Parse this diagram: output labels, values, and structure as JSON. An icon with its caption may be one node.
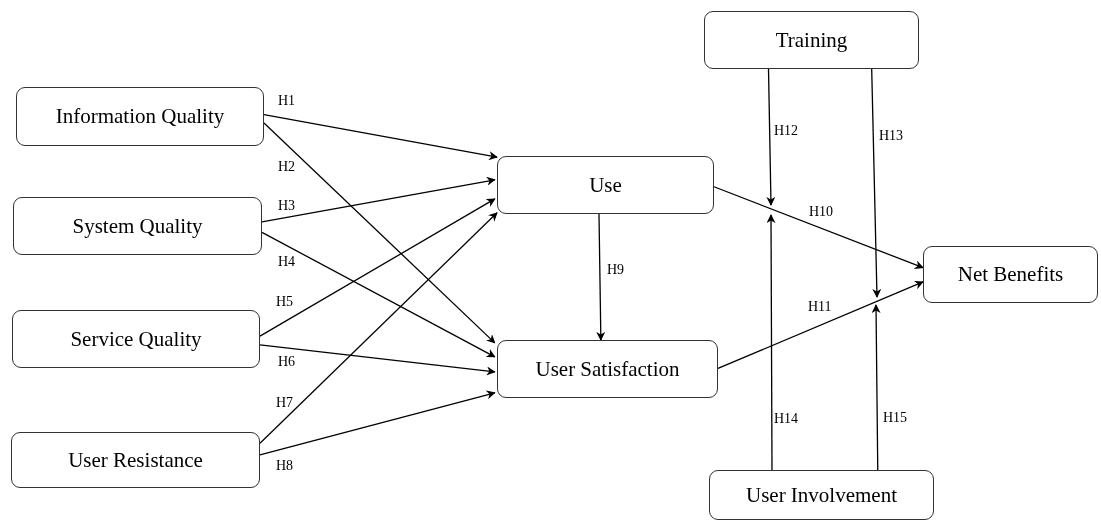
{
  "diagram": {
    "nodes": [
      {
        "text": [
          "Information Quality"
        ]
      },
      {
        "text": [
          "System Quality"
        ]
      },
      {
        "text": [
          "Service Quality"
        ]
      },
      {
        "text": [
          "User Resistance"
        ]
      },
      {
        "text": [
          "Use"
        ]
      },
      {
        "text": [
          "User Satisfaction"
        ]
      },
      {
        "text": [
          "Training"
        ]
      },
      {
        "text": [
          "Net Benefits"
        ]
      },
      {
        "text": [
          "User Involvement"
        ]
      }
    ],
    "edges": [
      {
        "from": 0,
        "to": 4,
        "arrow": "to",
        "label": "H1"
      },
      {
        "from": 0,
        "to": 5,
        "arrow": "to",
        "label": "H2"
      },
      {
        "from": 1,
        "to": 4,
        "arrow": "to",
        "label": "H3"
      },
      {
        "from": 1,
        "to": 5,
        "arrow": "to",
        "label": "H4"
      },
      {
        "from": 2,
        "to": 4,
        "arrow": "to",
        "label": "H5"
      },
      {
        "from": 2,
        "to": 5,
        "arrow": "to",
        "label": "H6"
      },
      {
        "from": 3,
        "to": 4,
        "arrow": "to",
        "label": "H7"
      },
      {
        "from": 3,
        "to": 5,
        "arrow": "to",
        "label": "H8"
      },
      {
        "from": 4,
        "to": 5,
        "arrow": "to",
        "label": "H9"
      },
      {
        "from": 4,
        "to": 7,
        "arrow": "to",
        "label": "H10"
      },
      {
        "from": 5,
        "to": 7,
        "arrow": "to",
        "label": "H11"
      },
      {
        "from": 6,
        "to": null,
        "arrow": "to",
        "label": "H12"
      },
      {
        "from": 6,
        "to": null,
        "arrow": "to",
        "label": "H13"
      },
      {
        "from": 8,
        "to": null,
        "arrow": "to",
        "label": "H14"
      },
      {
        "from": 8,
        "to": null,
        "arrow": "to",
        "label": "H15"
      }
    ]
  }
}
